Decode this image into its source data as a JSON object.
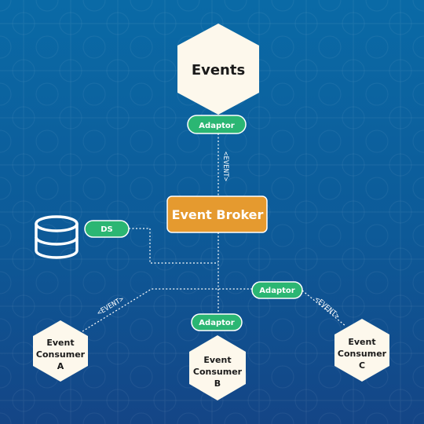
{
  "nodes": {
    "events": "Events",
    "broker": "Event Broker",
    "consumer_a": [
      "Event",
      "Consumer",
      "A"
    ],
    "consumer_b": [
      "Event",
      "Consumer",
      "B"
    ],
    "consumer_c": [
      "Event",
      "Consumer",
      "C"
    ]
  },
  "pills": {
    "adaptor_top": "Adaptor",
    "ds": "DS",
    "adaptor_right": "Adaptor",
    "adaptor_bottom": "Adaptor"
  },
  "edge_labels": {
    "vertical": "<EVENT>",
    "left": "<EVENT>",
    "right": "<EVENT>"
  },
  "colors": {
    "background_top": "#0a6aa6",
    "background_bottom": "#144586",
    "hexagon_fill": "#fdf8ec",
    "pill_fill": "#2bb673",
    "broker_fill": "#e59a2f",
    "connector": "#ffffff"
  },
  "icons": {
    "datastore": "database-icon"
  }
}
